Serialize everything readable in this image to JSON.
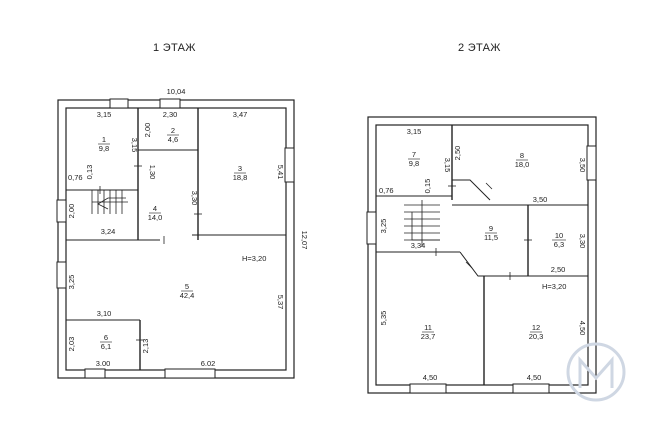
{
  "floors": [
    {
      "title": "1 ЭТАЖ",
      "height_label": "H=3,20",
      "overall": {
        "width": "10,04",
        "depth": "12,07"
      },
      "rooms": [
        {
          "number": "1",
          "area": "9,8"
        },
        {
          "number": "2",
          "area": "4,6"
        },
        {
          "number": "3",
          "area": "18,8"
        },
        {
          "number": "4",
          "area": "14,0"
        },
        {
          "number": "5",
          "area": "42,4"
        },
        {
          "number": "6",
          "area": "6,1"
        }
      ],
      "dims": {
        "r1_w": "3,15",
        "r2_w": "2,30",
        "r3_w": "3,47",
        "r2_h": "2,00",
        "r1_h": "3,15",
        "v013": "0,13",
        "h076": "0,76",
        "v130": "1,30",
        "v330": "3,30",
        "v541": "5,41",
        "v200": "2,00",
        "h324": "3,24",
        "v325": "3,25",
        "v537": "5,37",
        "h310": "3,10",
        "v203": "2,03",
        "v213": "2,13",
        "h300": "3.00",
        "h602": "6.02"
      }
    },
    {
      "title": "2 ЭТАЖ",
      "height_label": "H=3,20",
      "rooms": [
        {
          "number": "7",
          "area": "9,8"
        },
        {
          "number": "8",
          "area": "18,0"
        },
        {
          "number": "9",
          "area": "11,5"
        },
        {
          "number": "10",
          "area": "6,3"
        },
        {
          "number": "11",
          "area": "23,7"
        },
        {
          "number": "12",
          "area": "20,3"
        }
      ],
      "dims": {
        "h315": "3,15",
        "v250": "2,50",
        "v315": "3,15",
        "v015": "0,15",
        "h076": "0,76",
        "v350": "3,50",
        "h350": "3,50",
        "v325": "3,25",
        "h334": "3,34",
        "v330": "3,30",
        "h250": "2,50",
        "v535": "5,35",
        "v450": "4,50",
        "h450a": "4,50",
        "h450b": "4,50"
      }
    }
  ]
}
